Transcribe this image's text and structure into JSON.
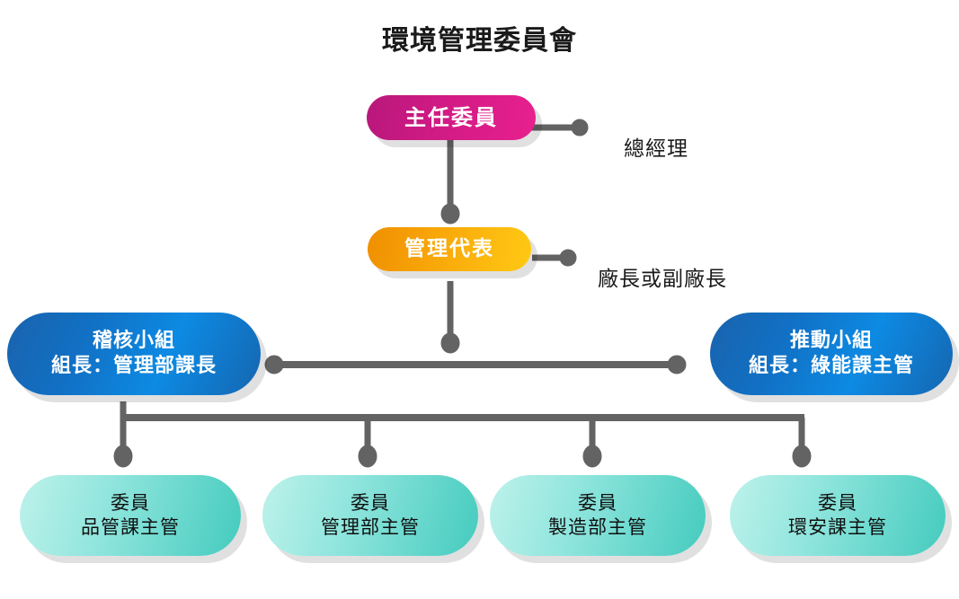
{
  "chart": {
    "title": "環境管理委員會",
    "type": "org-chart",
    "colors": {
      "pink_from": "#b8187b",
      "pink_to": "#e8208e",
      "orange_from": "#ef8f00",
      "orange_to": "#ffc914",
      "blue_from": "#1a63ad",
      "blue_to": "#0d8ae3",
      "teal_from": "#bdf2ea",
      "teal_to": "#45cbbe",
      "connector": "#636363",
      "title_text": "#1a1a1a"
    }
  },
  "nodes": {
    "chairman": {
      "line1": "主任委員",
      "annotation": "總經理"
    },
    "management_rep": {
      "line1": "管理代表",
      "annotation": "廠長或副廠長"
    },
    "audit_team": {
      "line1": "稽核小組",
      "line2": "組長：管理部課長"
    },
    "promotion_team": {
      "line1": "推動小組",
      "line2": "組長：綠能課主管"
    },
    "members": [
      {
        "line1": "委員",
        "line2": "品管課主管"
      },
      {
        "line1": "委員",
        "line2": "管理部主管"
      },
      {
        "line1": "委員",
        "line2": "製造部主管"
      },
      {
        "line1": "委員",
        "line2": "環安課主管"
      }
    ]
  }
}
